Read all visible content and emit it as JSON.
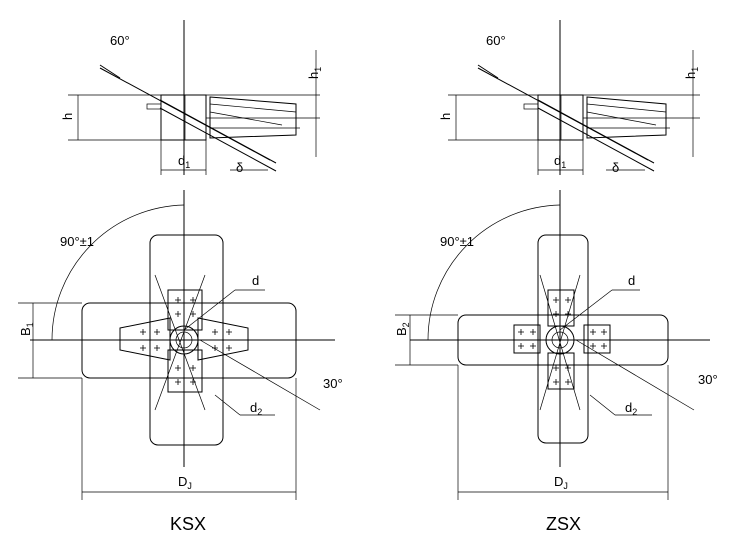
{
  "colors": {
    "line": "#000000",
    "background": "#ffffff"
  },
  "left": {
    "title": "KSX",
    "angle_top": "60°",
    "angle_bottom": "90°±1",
    "angle_right": "30°",
    "h": "h",
    "h1_main": "h",
    "h1_sub": "1",
    "d1_main": "d",
    "d1_sub": "1",
    "delta": "δ",
    "d": "d",
    "d2_main": "d",
    "d2_sub": "2",
    "b_main": "B",
    "b_sub": "1",
    "dj_main": "D",
    "dj_sub": "J"
  },
  "right": {
    "title": "ZSX",
    "angle_top": "60°",
    "angle_bottom": "90°±1",
    "angle_right": "30°",
    "h": "h",
    "h1_main": "h",
    "h1_sub": "1",
    "d1_main": "d",
    "d1_sub": "1",
    "delta": "δ",
    "d": "d",
    "d2_main": "d",
    "d2_sub": "2",
    "b_main": "B",
    "b_sub": "2",
    "dj_main": "D",
    "dj_sub": "J"
  }
}
